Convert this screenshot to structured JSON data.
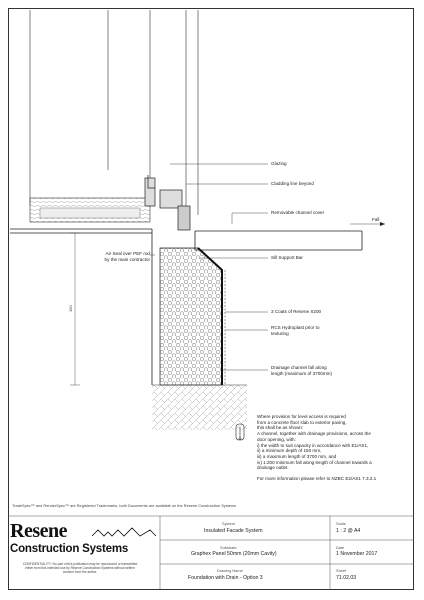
{
  "callouts": {
    "glazing": "Glazing",
    "cladding_line": "Cladding line beyond",
    "removable_cover": "Removable channel cover",
    "fall": "Fall",
    "air_seal": [
      "Air Seal over PEF rod",
      "by the main contractor"
    ],
    "sill_support": "Sill Support Bar",
    "coats": "3 Coats of Resene X200",
    "hydroplast": [
      "RCS Hydroplast prior to",
      "texturing"
    ],
    "drainage": [
      "Drainage channel fall along",
      "length (maximum of 3700mm)"
    ],
    "dimension": "150"
  },
  "notes": {
    "lines": [
      "Where provision for level access is required",
      "from a concrete floor slab to exterior paving,",
      "this shall be as shown:",
      "A channel, together with drainage provisions, across the",
      "door opening, with:",
      "i) the width to suit capacity in accordance with E1/AS1,",
      "ii) a minimum depth of 150 mm,",
      "iii) a maximum length of 3700 mm, and",
      "iv) 1:200 minimum fall along length of channel towards a",
      "drainage outlet."
    ],
    "reference": "For more information please refer to NZBC E2/AS1 7.3.2.1"
  },
  "trademark": "TradeSpec™ and RenderSpec™ are Registered Trademarks, both Documents are available on the Resene Construction Systems",
  "title_block": {
    "logo_word": "Resene",
    "logo_sub": "Construction Systems",
    "confidentiality": "CONFIDENTIALITY: No part of this publication may be reproduced or transmitted either from this intended use by Resene Construction Systems without written consent from the author.",
    "system_label": "System",
    "system_value": "Insulated Facade System",
    "substrate_label": "Substrate",
    "substrate_value": "Graphex Panel 50mm (20mm Cavity)",
    "drawing_name_label": "Drawing Name",
    "drawing_name_value": "Foundation with Drain - Option 3",
    "scale_label": "Scale",
    "scale_value": "1 : 2 @ A4",
    "date_label": "Date",
    "date_value": "1 November 2017",
    "sheet_label": "Sheet",
    "sheet_value": "71.02.03"
  }
}
